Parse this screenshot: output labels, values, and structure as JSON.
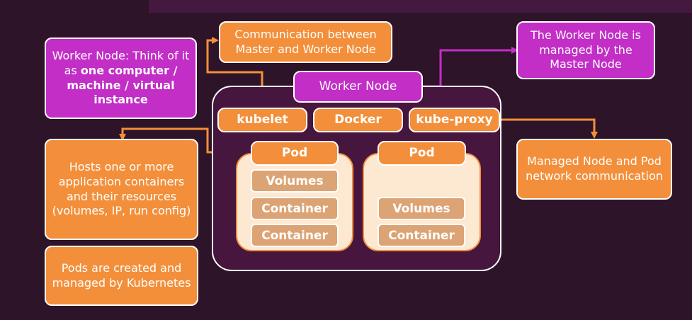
{
  "colors": {
    "background": "#2d1428",
    "orange": "#f38f3a",
    "magenta": "#c22ec6",
    "pod_bg": "#fde8d2",
    "inner": "#dca374",
    "node_bg": "#46163e"
  },
  "notes": {
    "worker_node_def_prefix": "Worker Node: Think of it as ",
    "worker_node_def_bold": "one computer / machine / virtual instance",
    "communication": "Communication between Master and Worker Node",
    "managed_by_master": "The Worker Node is managed by the Master Node",
    "hosts_containers": "Hosts one or more application containers and their resources (volumes, IP, run config)",
    "pods_created": "Pods are created and managed by Kubernetes",
    "network": "Managed Node and Pod network communication"
  },
  "worker": {
    "title": "Worker Node",
    "components": {
      "kubelet": "kubelet",
      "docker": "Docker",
      "kube_proxy": "kube-proxy"
    },
    "pods": [
      {
        "label": "Pod",
        "items": [
          "Volumes",
          "Container",
          "Container"
        ]
      },
      {
        "label": "Pod",
        "items": [
          "Volumes",
          "Container"
        ]
      }
    ]
  }
}
